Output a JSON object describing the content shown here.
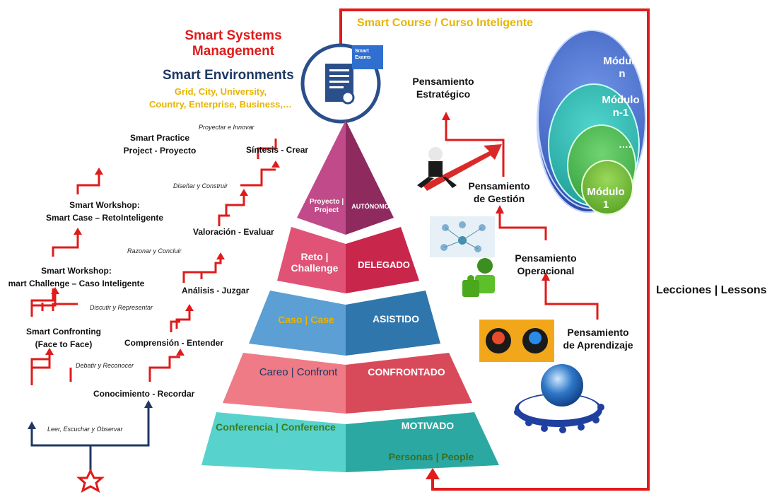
{
  "title": {
    "line1": "Smart Systems",
    "line2": "Management"
  },
  "environments": {
    "title": "Smart Environments",
    "line1": "Grid, City, University,",
    "line2": "Country, Enterprise, Business,…"
  },
  "badge": {
    "line1": "Smart",
    "line2": "Exams"
  },
  "course_label": "Smart Course / Curso Inteligente",
  "modules": [
    {
      "line1": "Módulo",
      "line2": "n"
    },
    {
      "line1": "Módulo",
      "line2": "n-1"
    },
    {
      "line1": "….",
      "line2": ""
    },
    {
      "line1": "Módulo",
      "line2": "1"
    }
  ],
  "lessons_label": "Lecciones | Lessons",
  "thinking": [
    {
      "line1": "Pensamiento",
      "line2": "Estratégico"
    },
    {
      "line1": "Pensamiento",
      "line2": "de Gestión"
    },
    {
      "line1": "Pensamiento",
      "line2": "Operacional"
    },
    {
      "line1": "Pensamiento",
      "line2": "de Aprendizaje"
    }
  ],
  "left_steps": [
    {
      "line1": "Smart Practice",
      "line2": "Project - Proyecto"
    },
    {
      "line1": "Smart Workshop:",
      "line2": "Smart Case – RetoInteligente"
    },
    {
      "line1": "Smart Workshop:",
      "line2": "mart Challenge – Caso Inteligente"
    },
    {
      "line1": "Smart Confronting",
      "line2": "(Face to Face)"
    }
  ],
  "mid_steps": [
    "Síntesis - Crear",
    "Valoración - Evaluar",
    "Análisis - Juzgar",
    "Comprensión - Entender",
    "Conocimiento - Recordar"
  ],
  "actions": [
    "Proyectar e Innovar",
    "Diseñar y Construir",
    "Razonar y Concluir",
    "Discutir y Representar",
    "Debatir y Reconocer",
    "Leer, Escuchar y Observar"
  ],
  "pyramid": [
    {
      "left": "Proyecto | Project",
      "right": "AUTÓNOMO"
    },
    {
      "left": "Reto | Challenge",
      "right": "DELEGADO"
    },
    {
      "left": "Caso | Case",
      "right": "ASISTIDO"
    },
    {
      "left": "Careo | Confront",
      "right": "CONFRONTADO"
    },
    {
      "left": "Conferencia | Conference",
      "right": "MOTIVADO"
    }
  ],
  "people_label": "Personas | People",
  "colors": {
    "red": "#e01b1b",
    "gold": "#e8b400",
    "navy": "#1f3864",
    "magenta": "#b0306e",
    "crimson": "#d9375a",
    "steel": "#3c8cc4",
    "salmon": "#e86a78",
    "teal": "#3fc3bf"
  }
}
